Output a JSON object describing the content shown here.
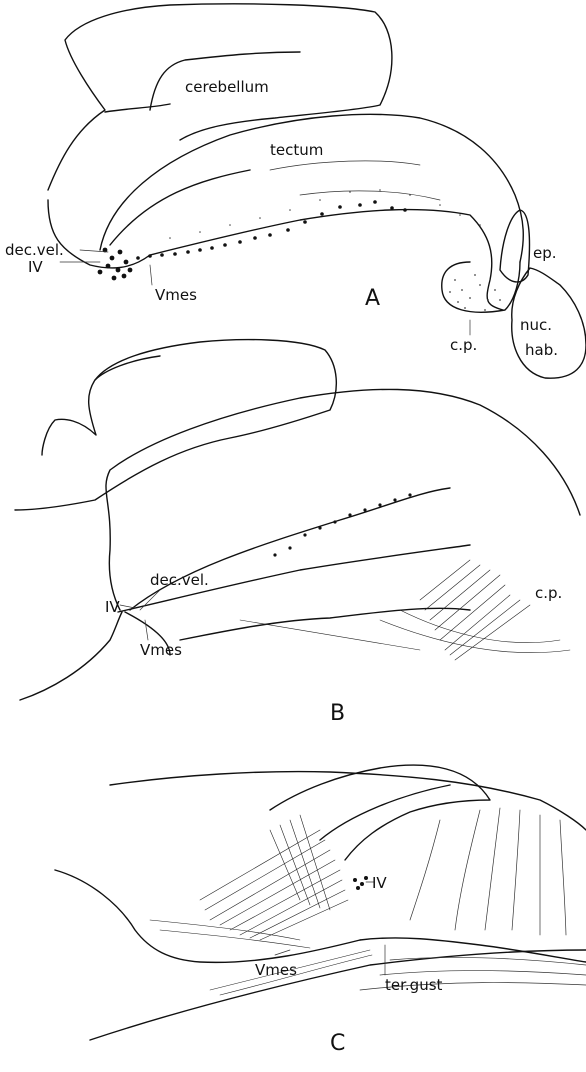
{
  "panel_a": {
    "letter": "A",
    "labels": {
      "cerebellum": "cerebellum",
      "tectum": "tectum",
      "dec_vel": "dec.vel.",
      "iv": "IV",
      "v_mes": "Vmes",
      "cp": "c.p.",
      "ep": "ep.",
      "nuc": "nuc.",
      "hab": "hab."
    }
  },
  "panel_b": {
    "letter": "B",
    "labels": {
      "dec_vel": "dec.vel.",
      "iv": "IV",
      "v_mes": "Vmes",
      "cp": "c.p."
    }
  },
  "panel_c": {
    "letter": "C",
    "labels": {
      "iv": "IV",
      "v_mes": "Vmes",
      "ter_gust": "ter.gust"
    }
  }
}
